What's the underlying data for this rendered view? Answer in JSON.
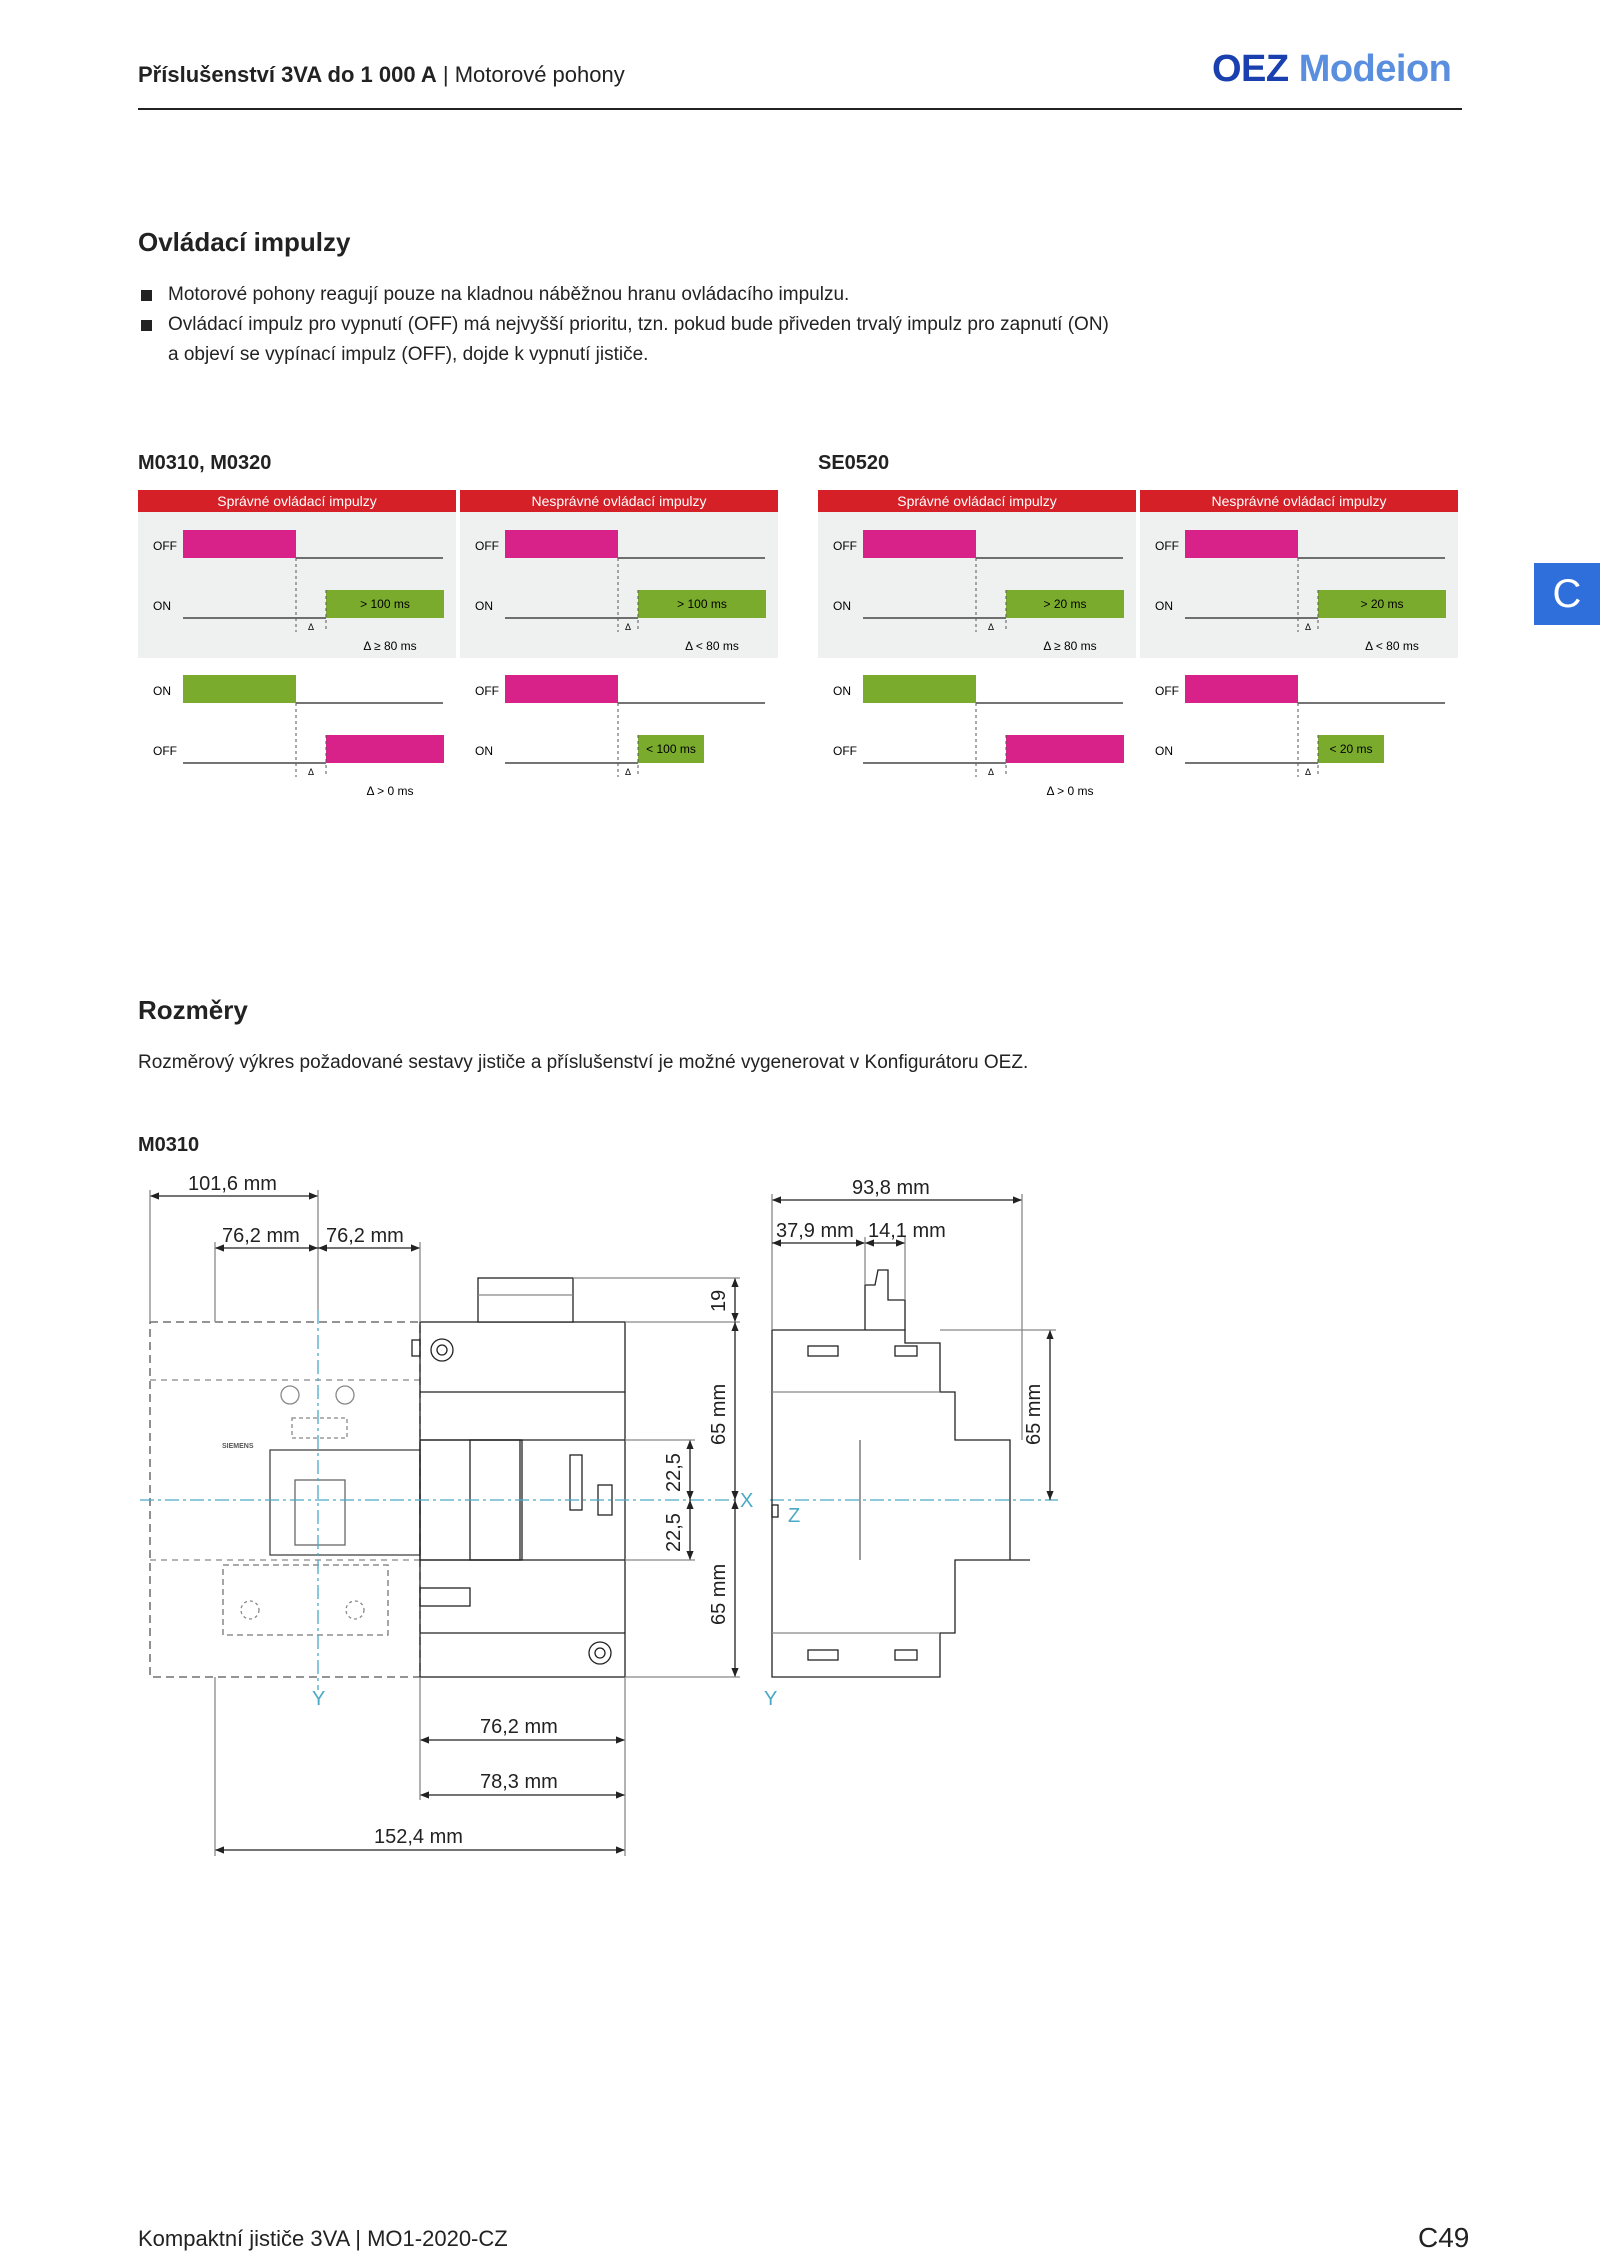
{
  "header": {
    "title_bold": "Příslušenství 3VA do 1 000 A",
    "separator": "|",
    "title_rest": "Motorové pohony",
    "logo_part1": "OEZ",
    "logo_part2": "Modeion"
  },
  "side_tab": "C",
  "section1": {
    "heading": "Ovládací impulzy",
    "bullet1": "Motorové pohony reagují pouze na kladnou náběžnou hranu ovládacího impulzu.",
    "bullet2_line1": "Ovládací impulz pro vypnutí (OFF) má nejvyšší prioritu, tzn. pokud bude přiveden trvalý impulz pro zapnutí (ON)",
    "bullet2_line2": "a objeví se vypínací impulz (OFF), dojde k vypnutí jističe."
  },
  "diagrams": {
    "group1_title": "M0310, M0320",
    "group2_title": "SE0520",
    "correct": "Správné ovládací impulzy",
    "incorrect": "Nesprávné ovládací impulzy",
    "off": "OFF",
    "on": "ON",
    "delta": "Δ",
    "g1_pulse": "> 100 ms",
    "g1_short": "< 100 ms",
    "g2_pulse": "> 20 ms",
    "g2_short": "< 20 ms",
    "cond_ge80": "Δ ≥ 80 ms",
    "cond_lt80": "Δ < 80 ms",
    "cond_gt0": "Δ > 0 ms"
  },
  "section2": {
    "heading": "Rozměry",
    "text": "Rozměrový výkres požadované sestavy jističe a příslušenství je možné vygenerovat v Konfigurátoru OEZ.",
    "drawing_title": "M0310"
  },
  "drawing": {
    "d_101_6": "101,6 mm",
    "d_76_2a": "76,2 mm",
    "d_76_2b": "76,2 mm",
    "d_93_8": "93,8 mm",
    "d_37_9": "37,9 mm",
    "d_14_1": "14,1 mm",
    "d_19": "19",
    "d_65a": "65 mm",
    "d_22_5a": "22,5",
    "d_22_5b": "22,5",
    "d_65b": "65 mm",
    "d_65c": "65 mm",
    "d_76_2c": "76,2 mm",
    "d_78_3": "78,3 mm",
    "d_152_4": "152,4 mm",
    "axis_x": "X",
    "axis_y1": "Y",
    "axis_y2": "Y",
    "axis_z": "Z",
    "brand": "SIEMENS"
  },
  "footer": {
    "left": "Kompaktní jističe 3VA",
    "sep": "|",
    "code": "MO1-2020-CZ",
    "page": "C49"
  },
  "colors": {
    "red": "#d42026",
    "magenta": "#d9218a",
    "green": "#7aab2d",
    "diag_bg": "#eef1ef",
    "tab": "#2e6fdc"
  }
}
